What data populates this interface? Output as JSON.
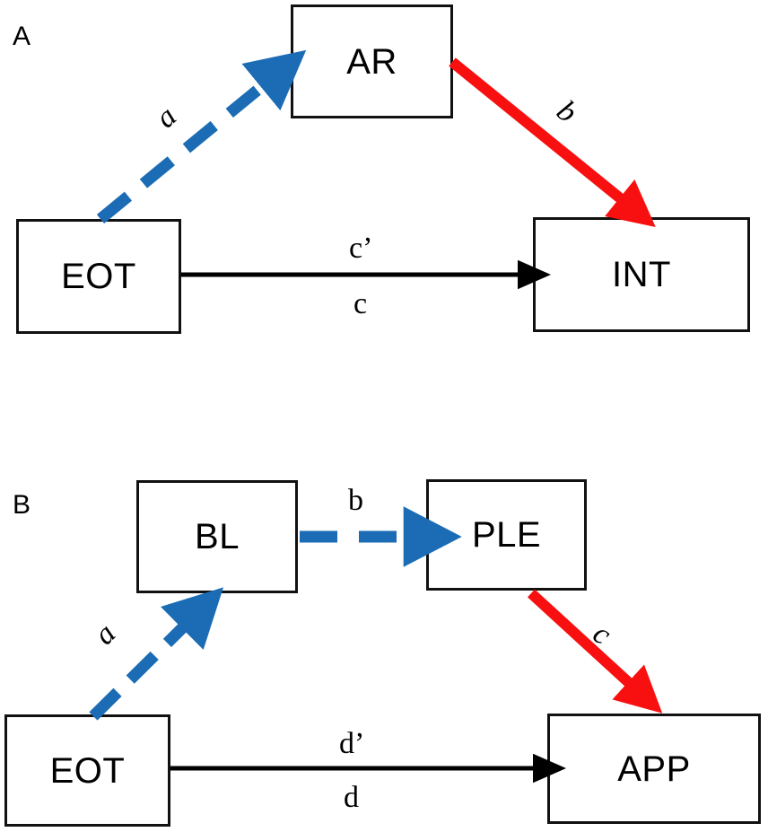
{
  "figure": {
    "type": "mediation-path-diagram",
    "background_color": "#ffffff",
    "colors": {
      "box_border": "#111111",
      "indirect_path_blue": "#1b6cb5",
      "indirect_path_red": "#f81010",
      "direct_path_black": "#000000",
      "text": "#000000"
    }
  },
  "panels": [
    {
      "id": "A",
      "letter": "A",
      "nodes": [
        {
          "name": "mediator",
          "label": "AR"
        },
        {
          "name": "predictor",
          "label": "EOT"
        },
        {
          "name": "outcome",
          "label": "INT"
        }
      ],
      "paths": [
        {
          "name": "a-path",
          "label": "a",
          "style": "dashed",
          "color": "#1b6cb5",
          "from": "EOT",
          "to": "AR"
        },
        {
          "name": "b-path",
          "label": "b",
          "style": "solid",
          "color": "#f81010",
          "from": "AR",
          "to": "INT"
        },
        {
          "name": "c-prime-path",
          "label": "c’",
          "style": "solid",
          "color": "#000000",
          "from": "EOT",
          "to": "INT"
        },
        {
          "name": "c-path",
          "label": "c",
          "style": "solid",
          "color": "#000000",
          "from": "EOT",
          "to": "INT"
        }
      ]
    },
    {
      "id": "B",
      "letter": "B",
      "nodes": [
        {
          "name": "mediator-1",
          "label": "BL"
        },
        {
          "name": "mediator-2",
          "label": "PLE"
        },
        {
          "name": "predictor",
          "label": "EOT"
        },
        {
          "name": "outcome",
          "label": "APP"
        }
      ],
      "paths": [
        {
          "name": "a-path",
          "label": "a",
          "style": "dashed",
          "color": "#1b6cb5",
          "from": "EOT",
          "to": "BL"
        },
        {
          "name": "b-path",
          "label": "b",
          "style": "dashed",
          "color": "#1b6cb5",
          "from": "BL",
          "to": "PLE"
        },
        {
          "name": "c-path",
          "label": "c",
          "style": "solid",
          "color": "#f81010",
          "from": "PLE",
          "to": "APP"
        },
        {
          "name": "d-prime-path",
          "label": "d’",
          "style": "solid",
          "color": "#000000",
          "from": "EOT",
          "to": "APP"
        },
        {
          "name": "d-path",
          "label": "d",
          "style": "solid",
          "color": "#000000",
          "from": "EOT",
          "to": "APP"
        }
      ]
    }
  ]
}
